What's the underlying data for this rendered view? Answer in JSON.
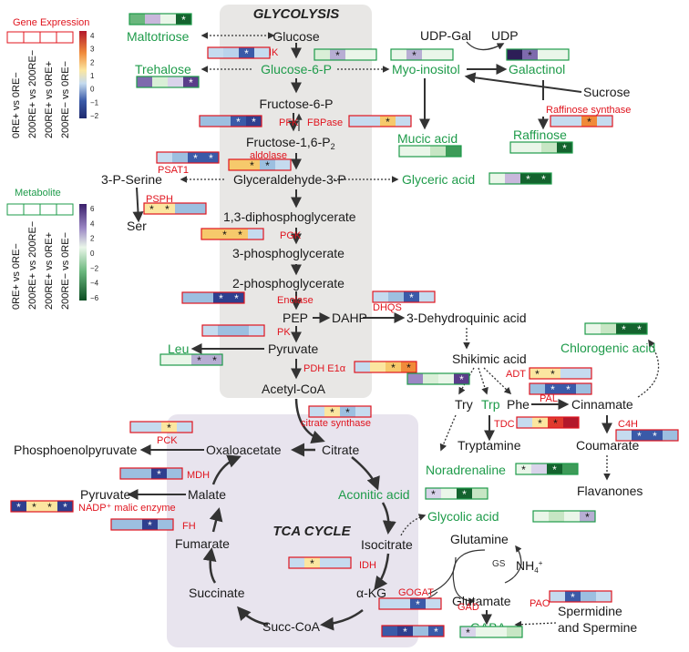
{
  "titles": {
    "glycolysis": "GLYCOLYSIS",
    "tca": "TCA CYCLE"
  },
  "legend": {
    "gene_title": "Gene Expression",
    "metabolite_title": "Metabolite",
    "comparisons": [
      "0RE+ vs 0RE−",
      "200RE+ vs 200RE−",
      "200RE+ vs 0RE+",
      "200RE− vs 0RE−"
    ],
    "gene_scale_ticks": [
      "4",
      "3",
      "2",
      "1",
      "0",
      "−1",
      "−2"
    ],
    "metabolite_scale_ticks": [
      "6",
      "4",
      "2",
      "0",
      "−2",
      "−4",
      "−6"
    ]
  },
  "metabolites": {
    "glucose": "Glucose",
    "maltotriose": "Maltotriose",
    "trehalose": "Trehalose",
    "glucose6p": "Glucose-6-P",
    "myoinositol": "Myo-inositol",
    "udpgal": "UDP-Gal",
    "udp": "UDP",
    "galactinol": "Galactinol",
    "sucrose": "Sucrose",
    "raffinose": "Raffinose",
    "mucic": "Mucic acid",
    "fructose6p": "Fructose-6-P",
    "fructose16p": "Fructose-1,6-P",
    "fructose16p_sub": "2",
    "g3p": "Glyceraldehyde-3-P",
    "glyceric": "Glyceric acid",
    "serine3p": "3-P-Serine",
    "ser": "Ser",
    "bpg13": "1,3-diphosphoglycerate",
    "pg3": "3-phosphoglycerate",
    "pg2": "2-phosphoglycerate",
    "pep": "PEP",
    "dahp": "DAHP",
    "dhq": "3-Dehydroquinic acid",
    "leu": "Leu",
    "pyruvate": "Pyruvate",
    "acetylcoa": "Acetyl-CoA",
    "shikimic": "Shikimic acid",
    "chlorogenic": "Chlorogenic acid",
    "try": "Try",
    "trp": "Trp",
    "phe": "Phe",
    "cinnamate": "Cinnamate",
    "tryptamine": "Tryptamine",
    "coumarate": "Coumarate",
    "noradrenaline": "Noradrenaline",
    "flavanones": "Flavanones",
    "phosphoenolpyruvate": "Phosphoenolpyruvate",
    "oxaloacetate": "Oxaloacetate",
    "citrate": "Citrate",
    "aconitic": "Aconitic acid",
    "malate": "Malate",
    "pyruvate2": "Pyruvate",
    "glycolic": "Glycolic acid",
    "fumarate": "Fumarate",
    "isocitrate": "Isocitrate",
    "glutamine": "Glutamine",
    "nh4": "NH",
    "nh4_sub": "4",
    "nh4_sup": "+",
    "succinate": "Succinate",
    "akg": "α-KG",
    "glutamate": "Glutamate",
    "spermidine": "Spermidine",
    "spermine": "and Spermine",
    "succcoa": "Succ-CoA",
    "gaba": "GABA"
  },
  "enzymes": {
    "hk": "HK",
    "pfk": "PFK",
    "fbpase": "FBPase",
    "aldolase": "aldolase",
    "psat1": "PSAT1",
    "psph": "PSPH",
    "pgk": "PGK",
    "enolase": "Enolase",
    "dhqs": "DHQS",
    "pk": "PK",
    "pdh": "PDH E1α",
    "raffinose_synthase": "Raffinose synthase",
    "adt": "ADT",
    "pal": "PAL",
    "tdc": "TDC",
    "c4h": "C4H",
    "citrate_synthase": "citrate synthase",
    "pck": "PCK",
    "mdh": "MDH",
    "nadp_me": "NADP⁺ malic enzyme",
    "fh": "FH",
    "idh": "IDH",
    "gogat": "GOGAT",
    "gad": "GAD",
    "pao": "PAO",
    "gs": "GS"
  },
  "heatmaps": [
    {
      "id": "hm-maltotriose",
      "type": "metabolite",
      "cells": [
        "#6ab77d",
        "#c9b7dc",
        "#eaf6e9",
        "#14632e"
      ],
      "stars": [
        false,
        false,
        false,
        true
      ]
    },
    {
      "id": "hm-hk",
      "type": "gene",
      "cells": [
        "#c5dbef",
        "#b9d3ec",
        "#3a5aa8",
        "#c5dbef"
      ],
      "stars": [
        false,
        false,
        true,
        false
      ]
    },
    {
      "id": "hm-glucose6p",
      "type": "metabolite",
      "cells": [
        "#d9efd7",
        "#b7aed3",
        "#eaf6e9",
        "#eaf6e9"
      ],
      "stars": [
        false,
        true,
        false,
        false
      ]
    },
    {
      "id": "hm-myoinositol",
      "type": "metabolite",
      "cells": [
        "#eaf6e9",
        "#b7aed3",
        "#eaf6e9",
        "#eaf6e9"
      ],
      "stars": [
        false,
        true,
        false,
        false
      ]
    },
    {
      "id": "hm-galactinol",
      "type": "metabolite",
      "cells": [
        "#2d1e57",
        "#7e6aad",
        "#eaf6e9",
        "#eaf6e9"
      ],
      "stars": [
        false,
        true,
        false,
        false
      ]
    },
    {
      "id": "hm-trehalose",
      "type": "metabolite",
      "cells": [
        "#7e6aad",
        "#d9efd7",
        "#d9d3ea",
        "#5a3d8a"
      ],
      "stars": [
        false,
        false,
        false,
        true
      ]
    },
    {
      "id": "hm-pfk",
      "type": "gene",
      "cells": [
        "#9cbfe0",
        "#9cbfe0",
        "#3a5aa8",
        "#2e3f8f"
      ],
      "stars": [
        false,
        false,
        true,
        true
      ]
    },
    {
      "id": "hm-fbpase",
      "type": "gene",
      "cells": [
        "#c5dbef",
        "#c5dbef",
        "#f6c96b",
        "#c5dbef"
      ],
      "stars": [
        false,
        false,
        true,
        false
      ]
    },
    {
      "id": "hm-raffinose-synthase",
      "type": "gene",
      "cells": [
        "#c5dbef",
        "#c5dbef",
        "#f08a3a",
        "#c5dbef"
      ],
      "stars": [
        false,
        false,
        true,
        false
      ]
    },
    {
      "id": "hm-raffinose",
      "type": "metabolite",
      "cells": [
        "#eaf6e9",
        "#eaf6e9",
        "#c7e6c4",
        "#14632e"
      ],
      "stars": [
        false,
        false,
        false,
        true
      ]
    },
    {
      "id": "hm-mucic",
      "type": "metabolite",
      "cells": [
        "#eaf6e9",
        "#eaf6e9",
        "#c7e6c4",
        "#3d9b58"
      ],
      "stars": [
        false,
        false,
        false,
        false
      ]
    },
    {
      "id": "hm-psat1",
      "type": "gene",
      "cells": [
        "#c5dbef",
        "#9cbfe0",
        "#3a5aa8",
        "#3a5aa8"
      ],
      "stars": [
        false,
        false,
        true,
        true
      ]
    },
    {
      "id": "hm-aldolase",
      "type": "gene",
      "cells": [
        "#f6c96b",
        "#f6c96b",
        "#9cbfe0",
        "#c5dbef"
      ],
      "stars": [
        false,
        true,
        true,
        false
      ]
    },
    {
      "id": "hm-glyceric",
      "type": "metabolite",
      "cells": [
        "#eaf6e9",
        "#c9b7dc",
        "#14632e",
        "#14632e"
      ],
      "stars": [
        false,
        false,
        true,
        true
      ]
    },
    {
      "id": "hm-psph",
      "type": "gene",
      "cells": [
        "#fbe6a0",
        "#fbe6a0",
        "#9cbfe0",
        "#9cbfe0"
      ],
      "stars": [
        true,
        true,
        false,
        false
      ]
    },
    {
      "id": "hm-pgk",
      "type": "gene",
      "cells": [
        "#f6c96b",
        "#f6c96b",
        "#f6c96b",
        "#c5dbef"
      ],
      "stars": [
        false,
        true,
        true,
        false
      ]
    },
    {
      "id": "hm-enolase",
      "type": "gene",
      "cells": [
        "#9cbfe0",
        "#9cbfe0",
        "#2e3f8f",
        "#2e3f8f"
      ],
      "stars": [
        false,
        false,
        true,
        true
      ]
    },
    {
      "id": "hm-dhqs",
      "type": "gene",
      "cells": [
        "#c5dbef",
        "#9cbfe0",
        "#3a5aa8",
        "#c5dbef"
      ],
      "stars": [
        false,
        false,
        true,
        false
      ]
    },
    {
      "id": "hm-pk",
      "type": "gene",
      "cells": [
        "#c5dbef",
        "#9cbfe0",
        "#9cbfe0",
        "#c5dbef"
      ],
      "stars": [
        false,
        false,
        false,
        false
      ]
    },
    {
      "id": "hm-leu",
      "type": "metabolite",
      "cells": [
        "#eaf6e9",
        "#eaf6e9",
        "#b7aed3",
        "#b7aed3"
      ],
      "stars": [
        false,
        false,
        true,
        true
      ]
    },
    {
      "id": "hm-pdh",
      "type": "gene",
      "cells": [
        "#c5dbef",
        "#fbe6a0",
        "#f6c96b",
        "#f08a3a"
      ],
      "stars": [
        false,
        false,
        true,
        true
      ]
    },
    {
      "id": "hm-shikimic",
      "type": "metabolite",
      "cells": [
        "#9b87c4",
        "#d9efd7",
        "#eaf6e9",
        "#5a3d8a"
      ],
      "stars": [
        false,
        false,
        false,
        true
      ]
    },
    {
      "id": "hm-chlorogenic",
      "type": "metabolite",
      "cells": [
        "#eaf6e9",
        "#c7e6c4",
        "#14632e",
        "#14632e"
      ],
      "stars": [
        false,
        false,
        true,
        true
      ]
    },
    {
      "id": "hm-adt",
      "type": "gene",
      "cells": [
        "#fbe6a0",
        "#fbe6a0",
        "#c5dbef",
        "#c5dbef"
      ],
      "stars": [
        true,
        true,
        false,
        false
      ]
    },
    {
      "id": "hm-adt2",
      "type": "gene",
      "cells": [
        "#9cbfe0",
        "#3a5aa8",
        "#3a5aa8",
        "#9cbfe0"
      ],
      "stars": [
        false,
        true,
        true,
        false
      ]
    },
    {
      "id": "hm-tdc",
      "type": "gene",
      "cells": [
        "#c5dbef",
        "#fbe6a0",
        "#e03a2e",
        "#b3182b"
      ],
      "stars": [
        false,
        true,
        true,
        false
      ]
    },
    {
      "id": "hm-c4h",
      "type": "gene",
      "cells": [
        "#c5dbef",
        "#3a5aa8",
        "#3a5aa8",
        "#9cbfe0"
      ],
      "stars": [
        false,
        true,
        true,
        false
      ]
    },
    {
      "id": "hm-citrate-synthase",
      "type": "gene",
      "cells": [
        "#c5dbef",
        "#fbe6a0",
        "#9cbfe0",
        "#c5dbef"
      ],
      "stars": [
        false,
        true,
        true,
        false
      ]
    },
    {
      "id": "hm-pck",
      "type": "gene",
      "cells": [
        "#c5dbef",
        "#c5dbef",
        "#fbe6a0",
        "#c5dbef"
      ],
      "stars": [
        false,
        false,
        true,
        false
      ]
    },
    {
      "id": "hm-noradrenaline",
      "type": "metabolite",
      "cells": [
        "#eaf6e9",
        "#d9d3ea",
        "#14632e",
        "#3d9b58"
      ],
      "stars": [
        true,
        false,
        true,
        false
      ]
    },
    {
      "id": "hm-mdh",
      "type": "gene",
      "cells": [
        "#9cbfe0",
        "#9cbfe0",
        "#2e3f8f",
        "#9cbfe0"
      ],
      "stars": [
        false,
        false,
        true,
        false
      ]
    },
    {
      "id": "hm-aconitic",
      "type": "metabolite",
      "cells": [
        "#d9d3ea",
        "#eaf6e9",
        "#14632e",
        "#c7e6c4"
      ],
      "stars": [
        true,
        false,
        true,
        false
      ]
    },
    {
      "id": "hm-nadp-me",
      "type": "gene",
      "cells": [
        "#2e3f8f",
        "#fbe6a0",
        "#fbe6a0",
        "#2e3f8f"
      ],
      "stars": [
        true,
        true,
        true,
        true
      ]
    },
    {
      "id": "hm-fh",
      "type": "gene",
      "cells": [
        "#9cbfe0",
        "#9cbfe0",
        "#2e3f8f",
        "#9cbfe0"
      ],
      "stars": [
        false,
        false,
        true,
        false
      ]
    },
    {
      "id": "hm-glycolic",
      "type": "metabolite",
      "cells": [
        "#eaf6e9",
        "#c7e6c4",
        "#eaf6e9",
        "#b7aed3"
      ],
      "stars": [
        false,
        false,
        false,
        true
      ]
    },
    {
      "id": "hm-idh",
      "type": "gene",
      "cells": [
        "#c5dbef",
        "#fbe6a0",
        "#c5dbef",
        "#c5dbef"
      ],
      "stars": [
        false,
        true,
        false,
        false
      ]
    },
    {
      "id": "hm-gogat",
      "type": "gene",
      "cells": [
        "#c5dbef",
        "#c5dbef",
        "#3a5aa8",
        "#c5dbef"
      ],
      "stars": [
        false,
        false,
        true,
        false
      ]
    },
    {
      "id": "hm-pao",
      "type": "gene",
      "cells": [
        "#c5dbef",
        "#3a5aa8",
        "#9cbfe0",
        "#c5dbef"
      ],
      "stars": [
        false,
        true,
        false,
        false
      ]
    },
    {
      "id": "hm-gad",
      "type": "gene",
      "cells": [
        "#3a5aa8",
        "#2e3f8f",
        "#9cbfe0",
        "#3a5aa8"
      ],
      "stars": [
        false,
        true,
        false,
        true
      ]
    },
    {
      "id": "hm-gaba",
      "type": "metabolite",
      "cells": [
        "#d9d3ea",
        "#eaf6e9",
        "#eaf6e9",
        "#c7e6c4"
      ],
      "stars": [
        true,
        false,
        false,
        false
      ]
    }
  ]
}
